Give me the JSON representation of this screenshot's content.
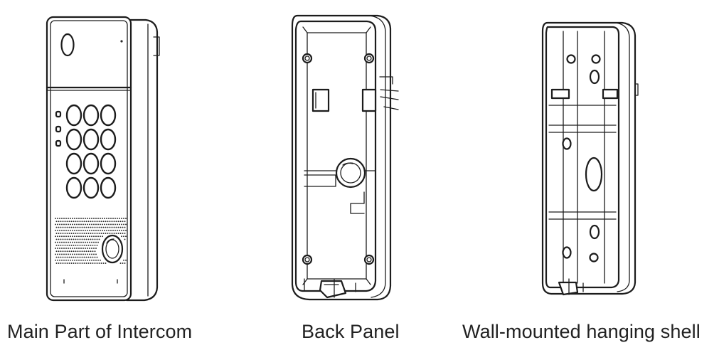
{
  "components": [
    {
      "id": "main-part",
      "label": "Main Part of Intercom"
    },
    {
      "id": "back-panel",
      "label": "Back Panel"
    },
    {
      "id": "hanging-shell",
      "label": "Wall-mounted hanging shell"
    }
  ],
  "colors": {
    "line": "#1c1c1c",
    "background": "#ffffff",
    "label": "#222222"
  }
}
